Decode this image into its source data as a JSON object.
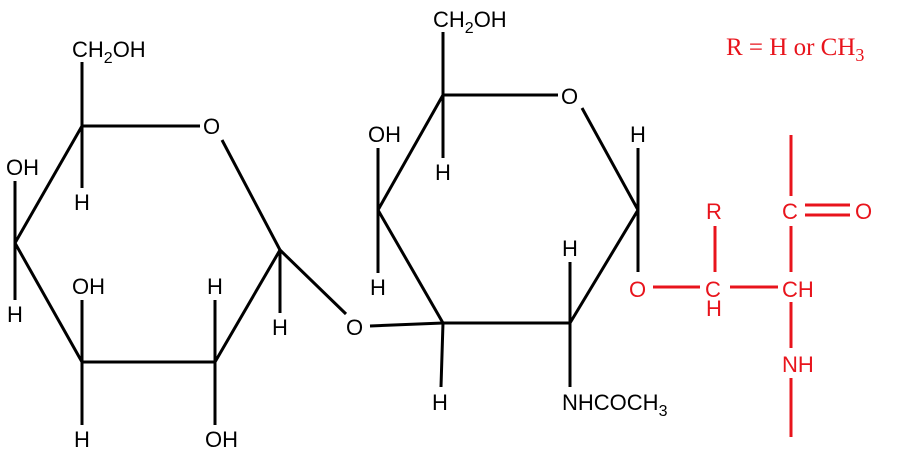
{
  "diagram": {
    "type": "chemical-structure",
    "colors": {
      "bond": "#000000",
      "highlight": "#e8141c",
      "background": "#ffffff"
    },
    "legend": {
      "text": "R = H or CH",
      "subscript": "3"
    },
    "left_ring": {
      "ch2oh": {
        "main": "CH",
        "sub": "2",
        "tail": "OH"
      },
      "ring_o": "O",
      "c5_h": "H",
      "c4_oh": "OH",
      "c4_h": "H",
      "c3_oh": "OH",
      "c3_h": "H",
      "c2_h": "H",
      "c2_oh": "OH",
      "c1_h": "H"
    },
    "glycosidic_o": "O",
    "right_ring": {
      "ch2oh": {
        "main": "CH",
        "sub": "2",
        "tail": "OH"
      },
      "ring_o": "O",
      "c5_h": "H",
      "c4_oh": "OH",
      "c4_h": "H",
      "c3_h": "H",
      "c2_h": "H",
      "c2_sub": {
        "main": "NHCOCH",
        "sub": "3"
      },
      "c1_h": "H"
    },
    "lactyl": {
      "o": "O",
      "ch_c": "C",
      "ch_h": "H",
      "r": "R",
      "ch": "CH",
      "c": "C",
      "o_carbonyl": "O",
      "nh": "NH"
    }
  }
}
